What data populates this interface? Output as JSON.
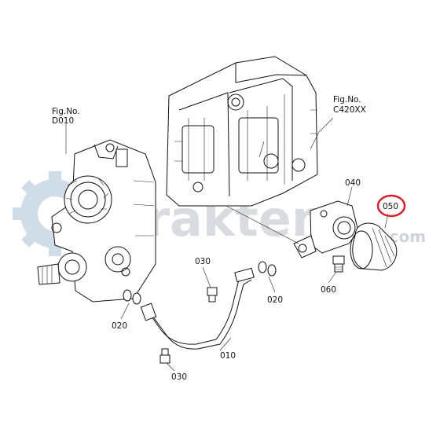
{
  "labels": {
    "fig_left": "Fig.No.",
    "fig_left_code": "D010",
    "fig_right": "Fig.No.",
    "fig_right_code": "C420XX",
    "p040": "040",
    "p050": "050",
    "p030_top": "030",
    "p020_left": "020",
    "p020_right": "020",
    "p060": "060",
    "p010": "010",
    "p030_bottom": "030"
  },
  "watermark": {
    "brand": "Trakter",
    "suffix": ".com"
  },
  "colors": {
    "line": "#111111",
    "highlight_ring": "#d8202a",
    "watermark_blue": "#c9d6e6",
    "watermark_text": "#cfd4da"
  },
  "highlighted_part": "050"
}
